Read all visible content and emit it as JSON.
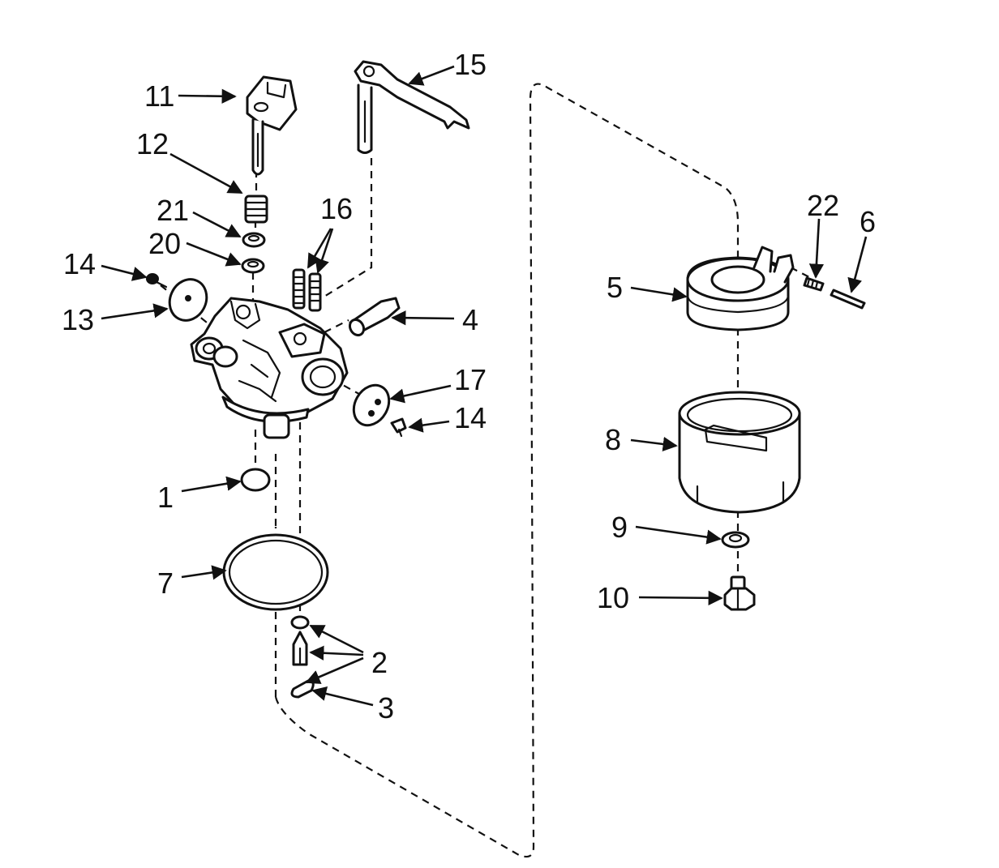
{
  "callouts": {
    "c1": "1",
    "c2": "2",
    "c3": "3",
    "c4": "4",
    "c5": "5",
    "c6": "6",
    "c7": "7",
    "c8": "8",
    "c9": "9",
    "c10": "10",
    "c11": "11",
    "c12": "12",
    "c13": "13",
    "c14a": "14",
    "c14b": "14",
    "c15": "15",
    "c16": "16",
    "c17": "17",
    "c20": "20",
    "c21": "21",
    "c22": "22"
  },
  "colors": {
    "ink": "#111111",
    "paper": "#ffffff"
  }
}
